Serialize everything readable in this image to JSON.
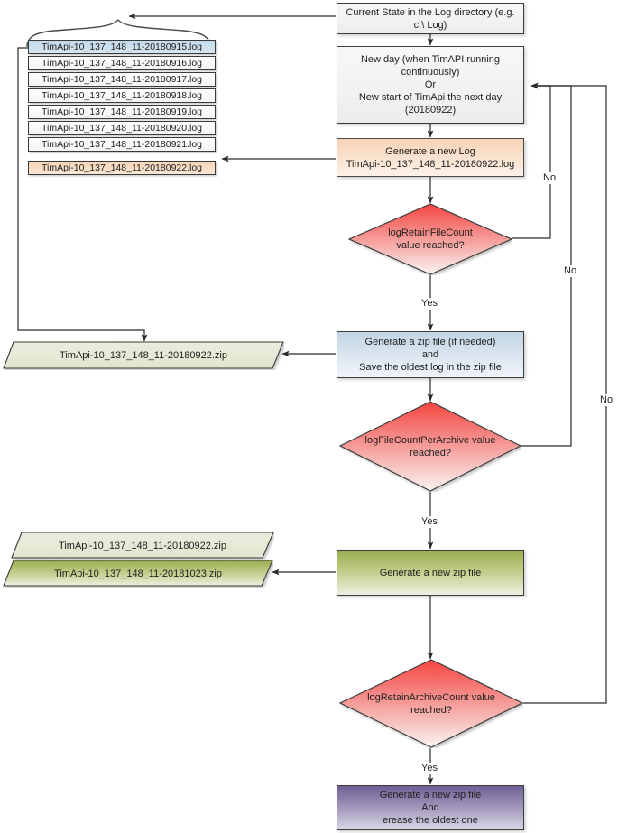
{
  "diagram": {
    "title": "TimApi log retention and archiving flow",
    "colors": {
      "decision_red": "#f4625f",
      "process_orange": "#f6d4b6",
      "process_blue": "#c2d4e4",
      "process_green": "#9aad4e",
      "process_purple": "#6f5f94",
      "archive_olive": "#e6e9d6",
      "archive_olive_dark": "#9aad4e",
      "oldest_log_blue": "#c2d9ea",
      "line": "#2b2b2b"
    },
    "nodes": {
      "current_state": "Current State in the Log directory (e.g. c:\\ Log)",
      "new_day": "New day (when TimAPI running continuously)\nOr\nNew start of TimApi the next day (20180922)",
      "new_day_line1": "New day (when TimAPI running",
      "new_day_line2": "continuously)",
      "new_day_line3": "Or",
      "new_day_line4": "New start of TimApi the next day",
      "new_day_line5": "(20180922)",
      "generate_log_line1": "Generate a new Log",
      "generate_log_line2": "TimApi-10_137_148_11-20180922.log",
      "decision_retain_file_line1": "logRetainFileCount",
      "decision_retain_file_line2": "value reached?",
      "generate_zip_line1": "Generate a zip file (if needed)",
      "generate_zip_line2": "and",
      "generate_zip_line3": "Save the oldest log in the zip file",
      "decision_file_per_archive_line1": "logFileCountPerArchive value",
      "decision_file_per_archive_line2": "reached?",
      "generate_new_zip": "Generate a new zip file",
      "decision_retain_archive_line1": "logRetainArchiveCount value",
      "decision_retain_archive_line2": "reached?",
      "final_line1": "Generate a new zip file",
      "final_line2": "And",
      "final_line3": "erease the oldest one"
    },
    "log_files": [
      {
        "name": "TimApi-10_137_148_11-20180915.log",
        "state": "oldest"
      },
      {
        "name": "TimApi-10_137_148_11-20180916.log",
        "state": "normal"
      },
      {
        "name": "TimApi-10_137_148_11-20180917.log",
        "state": "normal"
      },
      {
        "name": "TimApi-10_137_148_11-20180918.log",
        "state": "normal"
      },
      {
        "name": "TimApi-10_137_148_11-20180919.log",
        "state": "normal"
      },
      {
        "name": "TimApi-10_137_148_11-20180920.log",
        "state": "normal"
      },
      {
        "name": "TimApi-10_137_148_11-20180921.log",
        "state": "normal"
      }
    ],
    "new_log_file": {
      "name": "TimApi-10_137_148_11-20180922.log",
      "state": "newest"
    },
    "archives": {
      "first_zip": "TimApi-10_137_148_11-20180922.zip",
      "stack_top": "TimApi-10_137_148_11-20180922.zip",
      "stack_bottom": "TimApi-10_137_148_11-20181023.zip"
    },
    "edge_labels": {
      "no_1": "No",
      "no_2": "No",
      "no_3": "No",
      "yes_1": "Yes",
      "yes_2": "Yes",
      "yes_3": "Yes"
    }
  }
}
